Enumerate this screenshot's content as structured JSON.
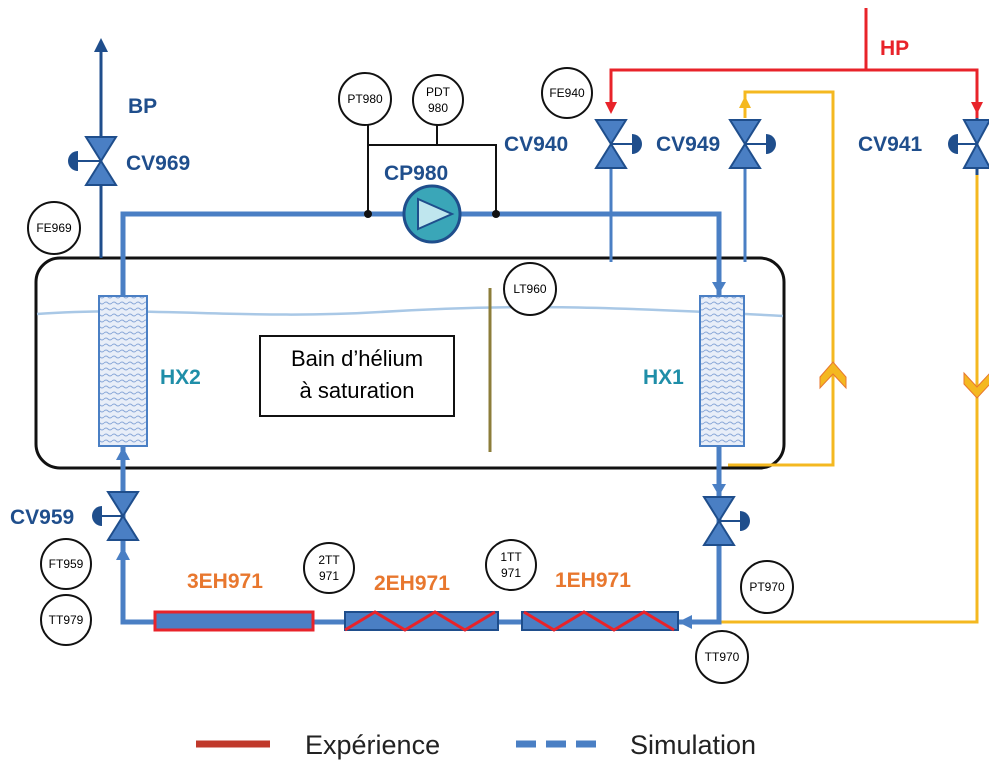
{
  "colors": {
    "blue_pipe": "#4a7fc4",
    "dark_blue": "#1f4e8c",
    "red_pipe": "#e8232a",
    "yellow_pipe": "#f4b820",
    "teal": "#1f8ea8",
    "orange_label": "#e8772e",
    "level_line": "#8c7d3a"
  },
  "labels": {
    "bp": "BP",
    "hp": "HP",
    "cv969": "CV969",
    "cv940": "CV940",
    "cv949": "CV949",
    "cv941": "CV941",
    "cv959": "CV959",
    "cp980": "CP980",
    "hx1": "HX1",
    "hx2": "HX2",
    "eh3": "3EH971",
    "eh2": "2EH971",
    "eh1": "1EH971"
  },
  "bath": {
    "line1": "Bain d’hélium",
    "line2": "à saturation"
  },
  "instruments": {
    "pt980": "PT980",
    "pdt980_l1": "PDT",
    "pdt980_l2": "980",
    "fe940": "FE940",
    "fe969": "FE969",
    "lt960": "LT960",
    "ft959": "FT959",
    "tt979": "TT979",
    "tt2_l1": "2TT",
    "tt2_l2": "971",
    "tt1_l1": "1TT",
    "tt1_l2": "971",
    "pt970": "PT970",
    "tt970": "TT970"
  },
  "legend": {
    "experience": "Expérience",
    "simulation": "Simulation"
  }
}
